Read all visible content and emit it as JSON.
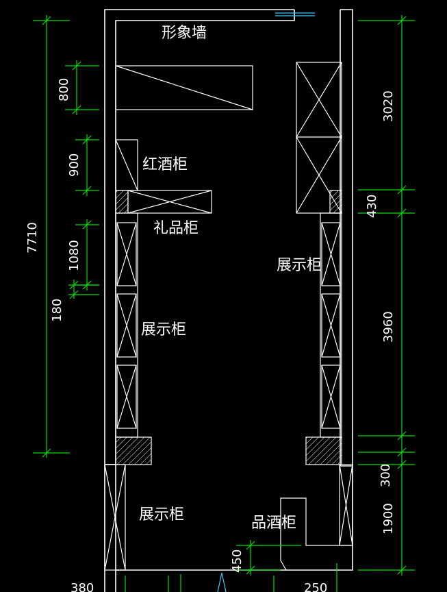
{
  "labels": {
    "image_wall": "形象墙",
    "red_wine_cabinet": "红酒柜",
    "gift_cabinet": "礼品柜",
    "display_cabinet_right": "展示柜",
    "display_cabinet_left": "展示柜",
    "display_cabinet_bottom": "展示柜",
    "wine_cabinet": "品酒柜"
  },
  "dimensions": {
    "left_total": "7710",
    "left_800": "800",
    "left_900": "900",
    "left_1080": "1080",
    "left_180": "180",
    "right_3020": "3020",
    "right_430": "430",
    "right_3960": "3960",
    "right_300": "300",
    "right_1900": "1900",
    "bottom_450": "450",
    "bottom_380": "380",
    "bottom_250": "250"
  },
  "colors": {
    "background": "#000000",
    "walls": "#ffffff",
    "dimension_lines": "#00e000",
    "door": "#3cc8ff"
  }
}
